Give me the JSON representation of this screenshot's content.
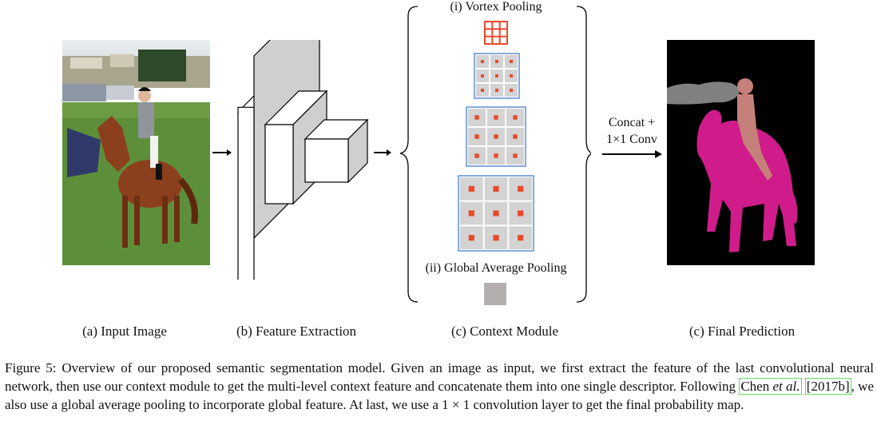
{
  "panels": {
    "a_label": "(a) Input Image",
    "b_label": "(b) Feature Extraction",
    "c_label": "(c) Context Module",
    "d_label": "(c) Final Prediction"
  },
  "context_module": {
    "vortex_title": "(i) Vortex Pooling",
    "gap_title": "(ii) Global Average Pooling",
    "vortex_levels": [
      {
        "grid": 3,
        "cell_fill": "#ffffff",
        "dot": "#e84a2c",
        "bg": "#e84a2c"
      },
      {
        "grid": 3,
        "cell_fill": "#d3d3d3",
        "dot": "#e84a2c"
      },
      {
        "grid": 3,
        "cell_fill": "#d3d3d3",
        "dot": "#e84a2c"
      },
      {
        "grid": 3,
        "cell_fill": "#d3d3d3",
        "dot": "#e84a2c"
      }
    ],
    "gap_color": "#b3afaf",
    "border_color": "#5b8fd6"
  },
  "arrow_label": {
    "line1": "Concat +",
    "line2": "1×1 Conv"
  },
  "colors": {
    "segment_background": "#000000",
    "horse": "#d01c8b",
    "rider": "#c5807a",
    "car_region": "#808080",
    "citation_box": "#5ddf5d"
  },
  "caption": {
    "prefix": "Figure 5: Overview of our proposed semantic segmentation model. Given an image as input, we first extract the feature of the last convolutional neural network, then use our context module to get the multi-level context feature and concatenate them into one single descriptor. Following ",
    "cite_author": "Chen ",
    "cite_etal": "et al.",
    "cite_year": "2017b",
    "suffix": ", we also use a global average pooling to incorporate global feature. At last, we use a 1 × 1 convolution layer to get the final probability map."
  }
}
